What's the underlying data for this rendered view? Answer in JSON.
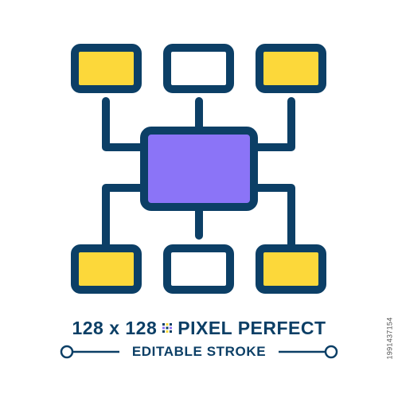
{
  "caption": {
    "size": "128 x 128",
    "label": "PIXEL PERFECT",
    "subtitle": "EDITABLE STROKE"
  },
  "stock_id": "1991437154",
  "icon": {
    "name": "hierarchy-diagram-icon",
    "colors": {
      "stroke": "#0c3f66",
      "highlight_fill": "#fcd83a",
      "center_fill": "#8b74f7",
      "plain_fill": "#ffffff"
    }
  },
  "pixel_glyph_colors": [
    "#0c3f66",
    "#fcd83a",
    "#8b74f7"
  ]
}
